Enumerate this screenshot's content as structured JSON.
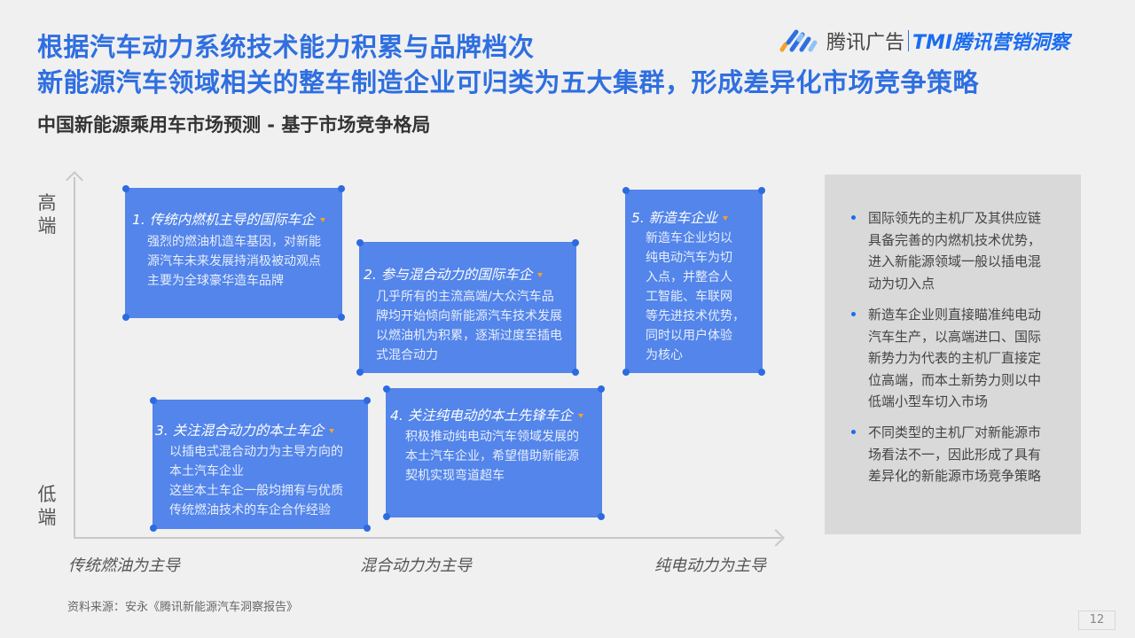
{
  "header": {
    "title_line1": "根据汽车动力系统技术能力积累与品牌档次",
    "title_line2": "新能源汽车领域相关的整车制造企业可归类为五大集群，形成差异化市场竞争策略",
    "subtitle": "中国新能源乘用车市场预测 - 基于市场竞争格局",
    "logo": {
      "brand1": "腾讯广告",
      "brand2": "TMI腾讯营销洞察",
      "icon_colors": [
        "#f4a22b",
        "#2f6fe0",
        "#8cc4f5"
      ]
    }
  },
  "diagram": {
    "y_axis": {
      "high_label": [
        "高",
        "端"
      ],
      "low_label": [
        "低",
        "端"
      ]
    },
    "x_axis": {
      "labels": [
        "传统燃油为主导",
        "混合动力为主导",
        "纯电动力为主导"
      ]
    },
    "card_color": "#5385ea",
    "clusters": [
      {
        "title": "1. 传统内燃机主导的国际车企",
        "lines": [
          "强烈的燃油机造车基因，对新能",
          "源汽车未来发展持消极被动观点",
          "主要为全球豪华造车品牌"
        ]
      },
      {
        "title": "2. 参与混合动力的国际车企",
        "lines": [
          "几乎所有的主流高端/大众汽车品",
          "牌均开始倾向新能源汽车技术发展",
          "以燃油机为积累，逐渐过度至插电",
          "式混合动力"
        ]
      },
      {
        "title": "3. 关注混合动力的本土车企",
        "lines": [
          "以插电式混合动力为主导方向的",
          "本土汽车企业",
          "这些本土车企一般均拥有与优质",
          "传统燃油技术的车企合作经验"
        ]
      },
      {
        "title": "4. 关注纯电动的本土先锋车企",
        "lines": [
          "积极推动纯电动汽车领域发展的",
          "本土汽车企业，希望借助新能源",
          "契机实现弯道超车"
        ]
      },
      {
        "title": "5. 新造车企业",
        "lines": [
          "新造车企业均以",
          "纯电动汽车为切",
          "入点，并整合人",
          "工智能、车联网",
          "等先进技术优势，",
          "同时以用户体验",
          "为核心"
        ]
      }
    ]
  },
  "sidebar": {
    "bullets": [
      {
        "lines": [
          "国际领先的主机厂及其供应链",
          "具备完善的内燃机技术优势，",
          "进入新能源领域一般以插电混",
          "动为切入点"
        ]
      },
      {
        "lines": [
          "新造车企业则直接瞄准纯电动",
          "汽车生产，以高端进口、国际",
          "新势力为代表的主机厂直接定",
          "位高端，而本土新势力则以中",
          "低端小型车切入市场"
        ]
      },
      {
        "lines": [
          "不同类型的主机厂对新能源市",
          "场看法不一，因此形成了具有",
          "差异化的新能源市场竞争策略"
        ]
      }
    ]
  },
  "footer": {
    "source": "资料来源：安永《腾讯新能源汽车洞察报告》",
    "page_number": "12"
  }
}
